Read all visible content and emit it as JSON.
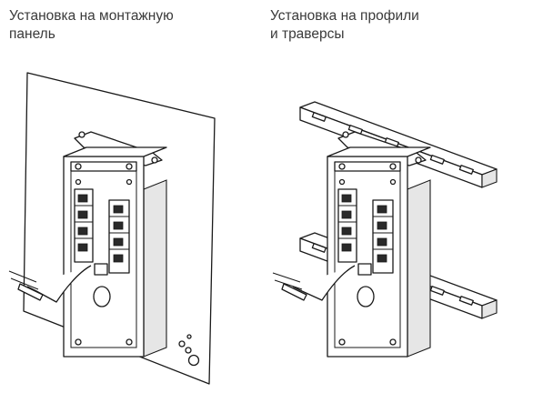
{
  "captions": {
    "left": {
      "line1": "Установка на монтажную",
      "line2": "панель"
    },
    "right": {
      "line1": "Установка на профили",
      "line2": "и траверсы"
    }
  },
  "illustrations": {
    "left": "junction box mounted on a mounting panel with cable entry",
    "right": "junction box mounted on two slotted profile rails"
  },
  "colors": {
    "line": "#1a1a1a",
    "text": "#3a3a3a",
    "background": "#ffffff"
  }
}
